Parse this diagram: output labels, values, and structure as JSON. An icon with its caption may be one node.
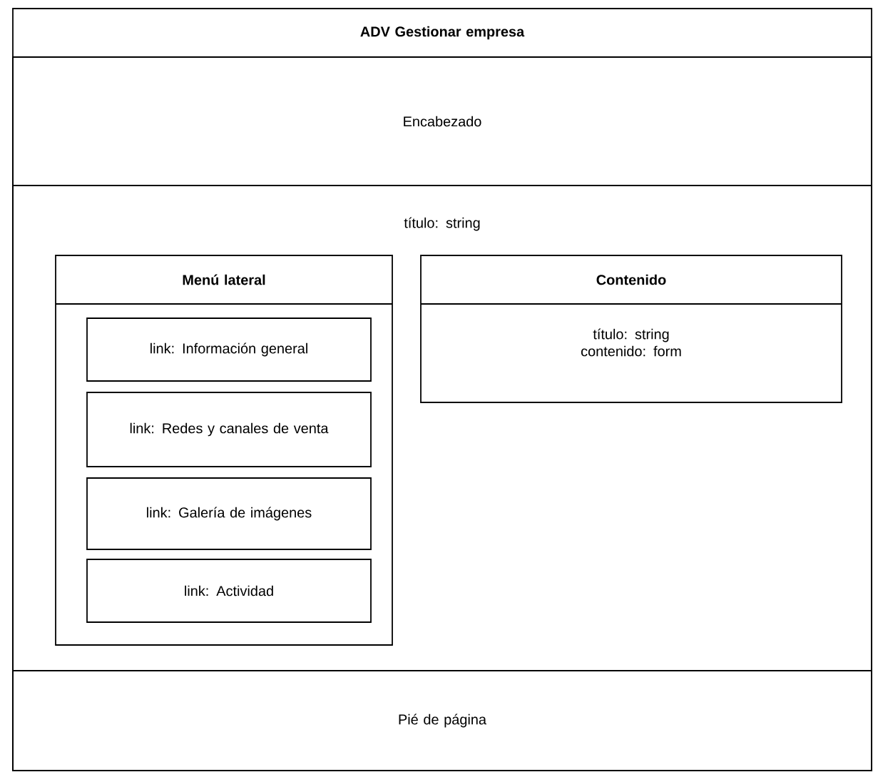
{
  "diagram": {
    "nodes": [
      {
        "text": [
          "ADV Gestionar empresa"
        ]
      },
      {
        "text": [
          "Encabezado"
        ],
        "in": 0
      },
      {
        "text": [
          "título: string"
        ],
        "in": 0
      },
      {
        "text": [
          "Menú lateral"
        ],
        "in": 2
      },
      {
        "text": [
          "link: Información general"
        ],
        "in": 3
      },
      {
        "text": [
          "link: Redes y canales de venta"
        ],
        "in": 3
      },
      {
        "text": [
          "link: Galería de imágenes"
        ],
        "in": 3
      },
      {
        "text": [
          "link: Actividad"
        ],
        "in": 3
      },
      {
        "text": [
          "Contenido",
          "título: string contenido: form"
        ],
        "in": 2
      },
      {
        "text": [
          "Pié de página"
        ],
        "in": 0
      }
    ]
  }
}
